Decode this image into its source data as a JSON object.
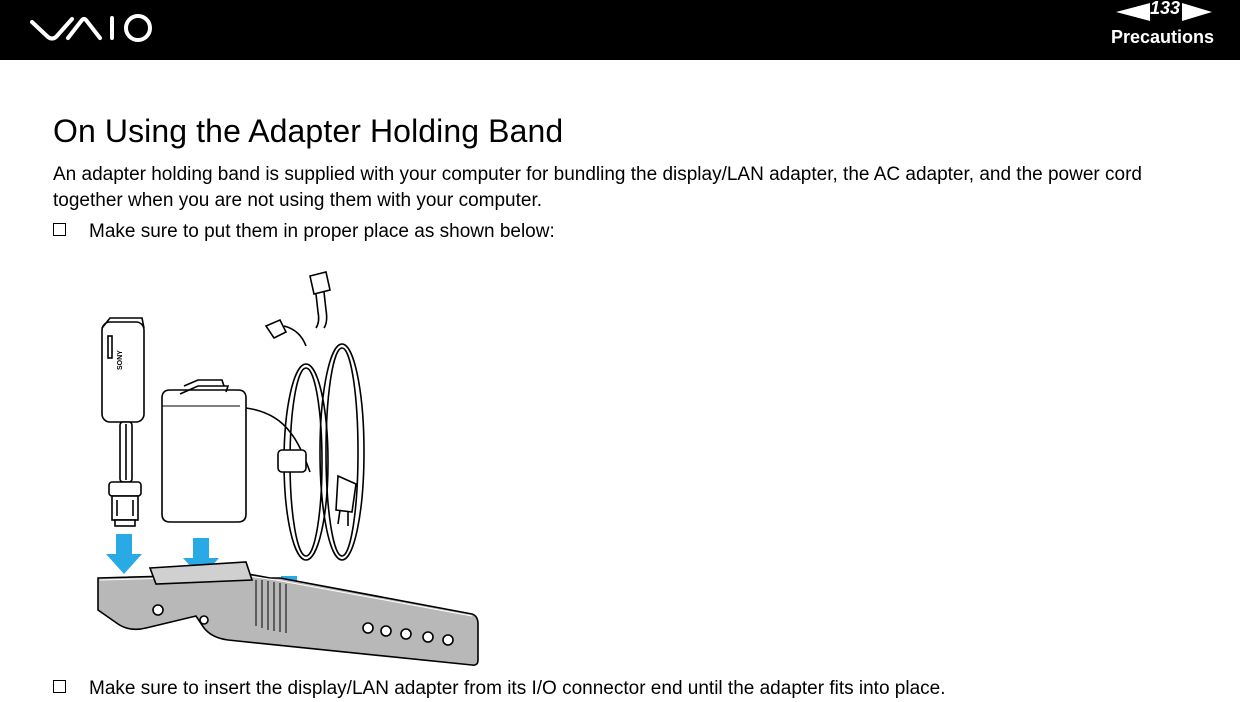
{
  "header": {
    "brand": "VAIO",
    "page_number": "133",
    "section": "Precautions",
    "prev_icon": "left-triangle-arrow",
    "next_icon": "right-triangle-arrow"
  },
  "content": {
    "title": "On Using the Adapter Holding Band",
    "intro": "An adapter holding band is supplied with your computer for bundling the display/LAN adapter, the AC adapter, and the power cord together when you are not using them with your computer.",
    "bullets": [
      "Make sure to put them in proper place as shown below:",
      "Make sure to insert the display/LAN adapter from its I/O connector end until the adapter fits into place."
    ],
    "figure": {
      "adapter_brand_text": "SONY",
      "arrow_color": "#29a9e6"
    }
  }
}
